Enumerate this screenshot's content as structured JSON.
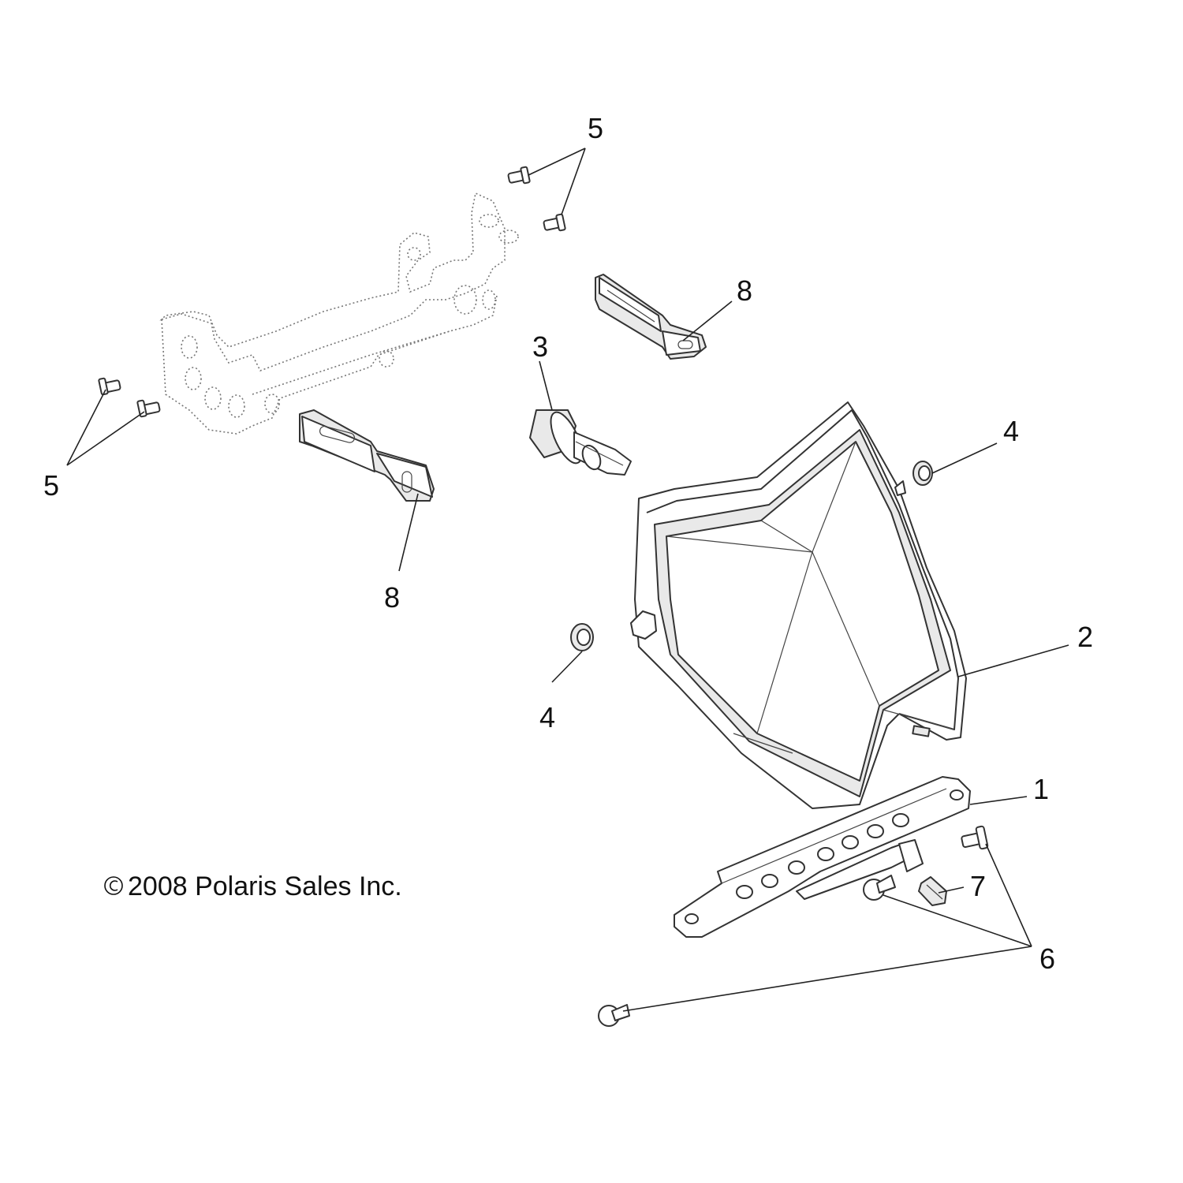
{
  "callouts": {
    "c1": "1",
    "c2": "2",
    "c3": "3",
    "c4a": "4",
    "c4b": "4",
    "c5a": "5",
    "c5b": "5",
    "c6": "6",
    "c7": "7",
    "c8a": "8",
    "c8b": "8"
  },
  "copyright": "2008 Polaris Sales Inc."
}
